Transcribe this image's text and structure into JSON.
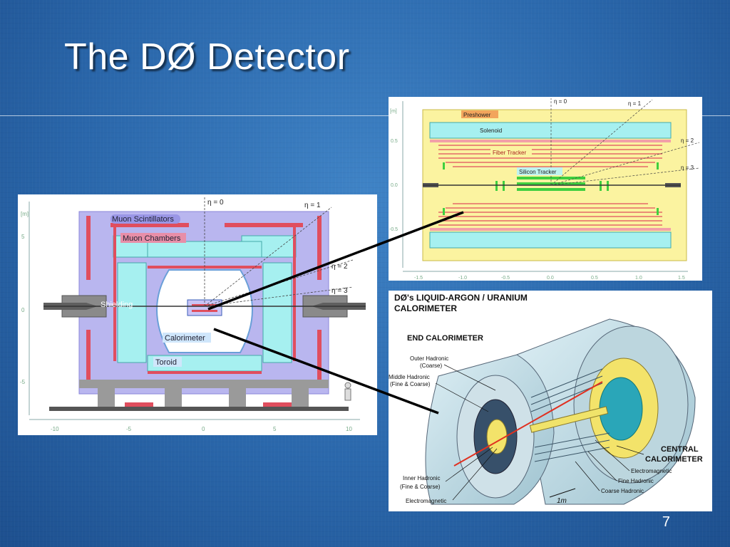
{
  "slide": {
    "title": "The DØ Detector",
    "page_number": "7"
  },
  "detector": {
    "eta_labels": [
      "η = 0",
      "η = 1",
      "η = 2",
      "η = 3"
    ],
    "labels": {
      "muon_scintillators": "Muon Scintillators",
      "muon_chambers": "Muon Chambers",
      "shielding": "Shielding",
      "calorimeter": "Calorimeter",
      "toroid": "Toroid"
    },
    "y_axis": {
      "unit": "[m]",
      "ticks": [
        "5",
        "0",
        "-5"
      ]
    },
    "x_axis": {
      "ticks": [
        "-10",
        "-5",
        "0",
        "5",
        "10"
      ]
    }
  },
  "tracker": {
    "eta_labels": [
      "η = 0",
      "η = 1",
      "η = 2",
      "η = 3"
    ],
    "labels": {
      "preshower": "Preshower",
      "solenoid": "Solenoid",
      "fiber_tracker": "Fiber Tracker",
      "silicon_tracker": "Silicon Tracker"
    },
    "y_axis": {
      "unit": "[m]",
      "ticks": [
        "0.5",
        "0.0",
        "-0.5"
      ]
    },
    "x_axis": {
      "ticks": [
        "-1.5",
        "-1.0",
        "-0.5",
        "0.0",
        "0.5",
        "1.0",
        "1.5"
      ]
    }
  },
  "calorimeter": {
    "title_line1": "DØ's LIQUID-ARGON / URANIUM",
    "title_line2": "CALORIMETER",
    "end_calorimeter": "END CALORIMETER",
    "outer_hadronic_1": "Outer Hadronic",
    "outer_hadronic_2": "(Coarse)",
    "middle_hadronic_1": "Middle Hadronic",
    "middle_hadronic_2": "(Fine & Coarse)",
    "inner_hadronic_1": "Inner Hadronic",
    "inner_hadronic_2": "(Fine & Coarse)",
    "electromagnetic_end": "Electromagnetic",
    "central_1": "CENTRAL",
    "central_2": "CALORIMETER",
    "electromagnetic": "Electromagnetic",
    "fine_hadronic": "Fine Hadronic",
    "coarse_hadronic": "Coarse Hadronic",
    "scale": "1m"
  }
}
